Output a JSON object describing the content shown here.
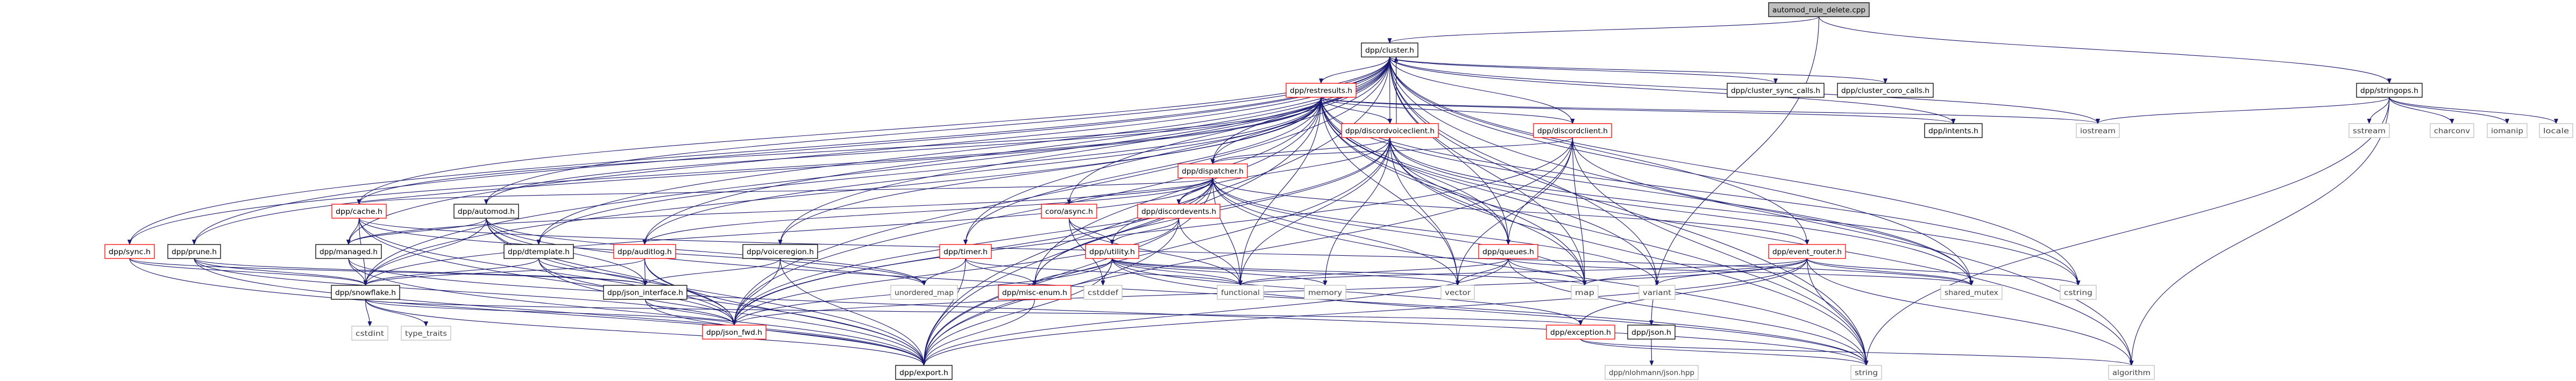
{
  "colors": {
    "edge": "#191970",
    "node_border_default": "#000000",
    "node_border_truncated": "#ff0000",
    "node_border_system": "#bfbfbf",
    "system_text": "#404040",
    "root_fill": "#bfbfbf"
  },
  "nodes": [
    {
      "id": "root",
      "label": "automod_rule_delete.cpp",
      "style": "root"
    },
    {
      "id": "cluster",
      "label": "dpp/cluster.h",
      "style": "black"
    },
    {
      "id": "restresults",
      "label": "dpp/restresults.h",
      "style": "red"
    },
    {
      "id": "cluster_sync",
      "label": "dpp/cluster_sync_calls.h",
      "style": "black"
    },
    {
      "id": "cluster_coro",
      "label": "dpp/cluster_coro_calls.h",
      "style": "black"
    },
    {
      "id": "stringops",
      "label": "dpp/stringops.h",
      "style": "black"
    },
    {
      "id": "voiceclient",
      "label": "dpp/discordvoiceclient.h",
      "style": "red"
    },
    {
      "id": "discordclient",
      "label": "dpp/discordclient.h",
      "style": "red"
    },
    {
      "id": "intents",
      "label": "dpp/intents.h",
      "style": "black"
    },
    {
      "id": "iostream",
      "label": "iostream",
      "style": "gray"
    },
    {
      "id": "sstream",
      "label": "sstream",
      "style": "gray"
    },
    {
      "id": "charconv",
      "label": "charconv",
      "style": "gray"
    },
    {
      "id": "iomanip",
      "label": "iomanip",
      "style": "gray"
    },
    {
      "id": "locale",
      "label": "locale",
      "style": "gray"
    },
    {
      "id": "dispatcher",
      "label": "dpp/dispatcher.h",
      "style": "red"
    },
    {
      "id": "cache",
      "label": "dpp/cache.h",
      "style": "red"
    },
    {
      "id": "automod",
      "label": "dpp/automod.h",
      "style": "black"
    },
    {
      "id": "async",
      "label": "coro/async.h",
      "style": "red"
    },
    {
      "id": "discordevents",
      "label": "dpp/discordevents.h",
      "style": "red"
    },
    {
      "id": "sync",
      "label": "dpp/sync.h",
      "style": "red"
    },
    {
      "id": "prune",
      "label": "dpp/prune.h",
      "style": "black"
    },
    {
      "id": "managed",
      "label": "dpp/managed.h",
      "style": "black"
    },
    {
      "id": "dtemplate",
      "label": "dpp/dtemplate.h",
      "style": "black"
    },
    {
      "id": "auditlog",
      "label": "dpp/auditlog.h",
      "style": "red"
    },
    {
      "id": "voiceregion",
      "label": "dpp/voiceregion.h",
      "style": "black"
    },
    {
      "id": "timer",
      "label": "dpp/timer.h",
      "style": "red"
    },
    {
      "id": "utility",
      "label": "dpp/utility.h",
      "style": "red"
    },
    {
      "id": "queues",
      "label": "dpp/queues.h",
      "style": "red"
    },
    {
      "id": "event_router",
      "label": "dpp/event_router.h",
      "style": "red"
    },
    {
      "id": "snowflake",
      "label": "dpp/snowflake.h",
      "style": "black"
    },
    {
      "id": "json_interface",
      "label": "dpp/json_interface.h",
      "style": "black"
    },
    {
      "id": "unordered_map",
      "label": "unordered_map",
      "style": "gray"
    },
    {
      "id": "misc_enum",
      "label": "dpp/misc-enum.h",
      "style": "red"
    },
    {
      "id": "cstddef",
      "label": "cstddef",
      "style": "gray"
    },
    {
      "id": "functional",
      "label": "functional",
      "style": "gray"
    },
    {
      "id": "memory",
      "label": "memory",
      "style": "gray"
    },
    {
      "id": "vector",
      "label": "vector",
      "style": "gray"
    },
    {
      "id": "map",
      "label": "map",
      "style": "gray"
    },
    {
      "id": "variant",
      "label": "variant",
      "style": "gray"
    },
    {
      "id": "shared_mutex",
      "label": "shared_mutex",
      "style": "gray"
    },
    {
      "id": "cstring",
      "label": "cstring",
      "style": "gray"
    },
    {
      "id": "cstdint",
      "label": "cstdint",
      "style": "gray"
    },
    {
      "id": "type_traits",
      "label": "type_traits",
      "style": "gray"
    },
    {
      "id": "json_fwd",
      "label": "dpp/json_fwd.h",
      "style": "red"
    },
    {
      "id": "exception",
      "label": "dpp/exception.h",
      "style": "red"
    },
    {
      "id": "json",
      "label": "dpp/json.h",
      "style": "black"
    },
    {
      "id": "export",
      "label": "dpp/export.h",
      "style": "black"
    },
    {
      "id": "nlohmann",
      "label": "dpp/nlohmann/json.hpp",
      "style": "gray"
    },
    {
      "id": "string",
      "label": "string",
      "style": "gray"
    },
    {
      "id": "algorithm",
      "label": "algorithm",
      "style": "gray"
    }
  ],
  "edges": [
    [
      "root",
      "cluster"
    ],
    [
      "root",
      "stringops"
    ],
    [
      "root",
      "json"
    ],
    [
      "cluster",
      "restresults"
    ],
    [
      "cluster",
      "cluster_sync"
    ],
    [
      "cluster",
      "cluster_coro"
    ],
    [
      "cluster",
      "intents"
    ],
    [
      "cluster",
      "iostream"
    ],
    [
      "cluster",
      "discordclient"
    ],
    [
      "cluster",
      "voiceclient"
    ],
    [
      "cluster",
      "dispatcher"
    ],
    [
      "cluster",
      "cache"
    ],
    [
      "cluster",
      "automod"
    ],
    [
      "cluster",
      "sync"
    ],
    [
      "cluster",
      "prune"
    ],
    [
      "cluster",
      "managed"
    ],
    [
      "cluster",
      "dtemplate"
    ],
    [
      "cluster",
      "auditlog"
    ],
    [
      "cluster",
      "voiceregion"
    ],
    [
      "cluster",
      "timer"
    ],
    [
      "cluster",
      "async"
    ],
    [
      "cluster",
      "queues"
    ],
    [
      "cluster",
      "event_router"
    ],
    [
      "cluster",
      "snowflake"
    ],
    [
      "cluster",
      "json_fwd"
    ],
    [
      "cluster",
      "export"
    ],
    [
      "cluster",
      "string"
    ],
    [
      "cluster",
      "map"
    ],
    [
      "cluster",
      "variant"
    ],
    [
      "cluster",
      "shared_mutex"
    ],
    [
      "cluster",
      "cstring"
    ],
    [
      "cluster",
      "algorithm"
    ],
    [
      "voiceclient",
      "cluster"
    ],
    [
      "restresults",
      "discordclient"
    ],
    [
      "restresults",
      "voiceclient"
    ],
    [
      "restresults",
      "dispatcher"
    ],
    [
      "restresults",
      "export"
    ],
    [
      "restresults",
      "json_fwd"
    ],
    [
      "restresults",
      "map"
    ],
    [
      "restresults",
      "string"
    ],
    [
      "restresults",
      "iostream"
    ],
    [
      "restresults",
      "vector"
    ],
    [
      "restresults",
      "variant"
    ],
    [
      "restresults",
      "functional"
    ],
    [
      "restresults",
      "intents"
    ],
    [
      "restresults",
      "queues"
    ],
    [
      "restresults",
      "cache"
    ],
    [
      "restresults",
      "automod"
    ],
    [
      "restresults",
      "sync"
    ],
    [
      "restresults",
      "prune"
    ],
    [
      "restresults",
      "dtemplate"
    ],
    [
      "restresults",
      "auditlog"
    ],
    [
      "restresults",
      "voiceregion"
    ],
    [
      "restresults",
      "timer"
    ],
    [
      "restresults",
      "snowflake"
    ],
    [
      "restresults",
      "misc_enum"
    ],
    [
      "restresults",
      "shared_mutex"
    ],
    [
      "restresults",
      "cstring"
    ],
    [
      "restresults",
      "algorithm"
    ],
    [
      "voiceclient",
      "dispatcher"
    ],
    [
      "voiceclient",
      "discordevents"
    ],
    [
      "voiceclient",
      "functional"
    ],
    [
      "voiceclient",
      "memory"
    ],
    [
      "voiceclient",
      "vector"
    ],
    [
      "voiceclient",
      "map"
    ],
    [
      "voiceclient",
      "string"
    ],
    [
      "voiceclient",
      "shared_mutex"
    ],
    [
      "voiceclient",
      "export"
    ],
    [
      "voiceclient",
      "json_fwd"
    ],
    [
      "voiceclient",
      "misc_enum"
    ],
    [
      "voiceclient",
      "queues"
    ],
    [
      "voiceclient",
      "cstring"
    ],
    [
      "discordclient",
      "dispatcher"
    ],
    [
      "discordclient",
      "queues"
    ],
    [
      "discordclient",
      "map"
    ],
    [
      "discordclient",
      "shared_mutex"
    ],
    [
      "discordclient",
      "string"
    ],
    [
      "discordclient",
      "vector"
    ],
    [
      "discordclient",
      "json_fwd"
    ],
    [
      "discordclient",
      "export"
    ],
    [
      "dispatcher",
      "cache"
    ],
    [
      "dispatcher",
      "discordevents"
    ],
    [
      "dispatcher",
      "utility"
    ],
    [
      "dispatcher",
      "functional"
    ],
    [
      "dispatcher",
      "export"
    ],
    [
      "dispatcher",
      "json_fwd"
    ],
    [
      "dispatcher",
      "managed"
    ],
    [
      "dispatcher",
      "snowflake"
    ],
    [
      "dispatcher",
      "misc_enum"
    ],
    [
      "dispatcher",
      "vector"
    ],
    [
      "dispatcher",
      "map"
    ],
    [
      "dispatcher",
      "variant"
    ],
    [
      "dispatcher",
      "string"
    ],
    [
      "dispatcher",
      "async"
    ],
    [
      "dispatcher",
      "auditlog"
    ],
    [
      "dispatcher",
      "event_router"
    ],
    [
      "cache",
      "managed"
    ],
    [
      "cache",
      "snowflake"
    ],
    [
      "cache",
      "export"
    ],
    [
      "cache",
      "unordered_map"
    ],
    [
      "cache",
      "shared_mutex"
    ],
    [
      "cache",
      "json_fwd"
    ],
    [
      "automod",
      "managed"
    ],
    [
      "automod",
      "snowflake"
    ],
    [
      "automod",
      "export"
    ],
    [
      "automod",
      "json_fwd"
    ],
    [
      "automod",
      "json_interface"
    ],
    [
      "automod",
      "unordered_map"
    ],
    [
      "automod",
      "string"
    ],
    [
      "sync",
      "snowflake"
    ],
    [
      "sync",
      "export"
    ],
    [
      "sync",
      "json_interface"
    ],
    [
      "prune",
      "snowflake"
    ],
    [
      "prune",
      "export"
    ],
    [
      "prune",
      "json_fwd"
    ],
    [
      "prune",
      "json_interface"
    ],
    [
      "managed",
      "snowflake"
    ],
    [
      "managed",
      "export"
    ],
    [
      "managed",
      "string"
    ],
    [
      "dtemplate",
      "json_interface"
    ],
    [
      "dtemplate",
      "json_fwd"
    ],
    [
      "dtemplate",
      "export"
    ],
    [
      "dtemplate",
      "snowflake"
    ],
    [
      "auditlog",
      "json_interface"
    ],
    [
      "auditlog",
      "json_fwd"
    ],
    [
      "auditlog",
      "export"
    ],
    [
      "auditlog",
      "snowflake"
    ],
    [
      "voiceregion",
      "json_interface"
    ],
    [
      "voiceregion",
      "json_fwd"
    ],
    [
      "voiceregion",
      "export"
    ],
    [
      "voiceregion",
      "unordered_map"
    ],
    [
      "timer",
      "unordered_map"
    ],
    [
      "timer",
      "export"
    ],
    [
      "timer",
      "misc_enum"
    ],
    [
      "timer",
      "functional"
    ],
    [
      "async",
      "utility"
    ],
    [
      "async",
      "functional"
    ],
    [
      "async",
      "cstddef"
    ],
    [
      "discordevents",
      "utility"
    ],
    [
      "discordevents",
      "functional"
    ],
    [
      "discordevents",
      "export"
    ],
    [
      "discordevents",
      "json_fwd"
    ],
    [
      "utility",
      "misc_enum"
    ],
    [
      "utility",
      "cstddef"
    ],
    [
      "utility",
      "functional"
    ],
    [
      "utility",
      "memory"
    ],
    [
      "utility",
      "vector"
    ],
    [
      "utility",
      "string"
    ],
    [
      "utility",
      "map"
    ],
    [
      "utility",
      "export"
    ],
    [
      "utility",
      "exception"
    ],
    [
      "utility",
      "json_fwd"
    ],
    [
      "queues",
      "vector"
    ],
    [
      "queues",
      "map"
    ],
    [
      "queues",
      "string"
    ],
    [
      "queues",
      "export"
    ],
    [
      "queues",
      "shared_mutex"
    ],
    [
      "queues",
      "functional"
    ],
    [
      "event_router",
      "map"
    ],
    [
      "event_router",
      "variant"
    ],
    [
      "event_router",
      "shared_mutex"
    ],
    [
      "event_router",
      "string"
    ],
    [
      "event_router",
      "functional"
    ],
    [
      "event_router",
      "exception"
    ],
    [
      "event_router",
      "json_fwd"
    ],
    [
      "event_router",
      "export"
    ],
    [
      "event_router",
      "algorithm"
    ],
    [
      "event_router",
      "cstring"
    ],
    [
      "snowflake",
      "cstdint"
    ],
    [
      "snowflake",
      "type_traits"
    ],
    [
      "snowflake",
      "json_fwd"
    ],
    [
      "snowflake",
      "export"
    ],
    [
      "snowflake",
      "exception"
    ],
    [
      "json_interface",
      "json_fwd"
    ],
    [
      "json_interface",
      "export"
    ],
    [
      "misc_enum",
      "export"
    ],
    [
      "json",
      "nlohmann"
    ],
    [
      "exception",
      "string"
    ],
    [
      "exception",
      "algorithm"
    ],
    [
      "stringops",
      "iostream"
    ],
    [
      "stringops",
      "sstream"
    ],
    [
      "stringops",
      "charconv"
    ],
    [
      "stringops",
      "iomanip"
    ],
    [
      "stringops",
      "locale"
    ],
    [
      "stringops",
      "string"
    ],
    [
      "stringops",
      "algorithm"
    ]
  ]
}
